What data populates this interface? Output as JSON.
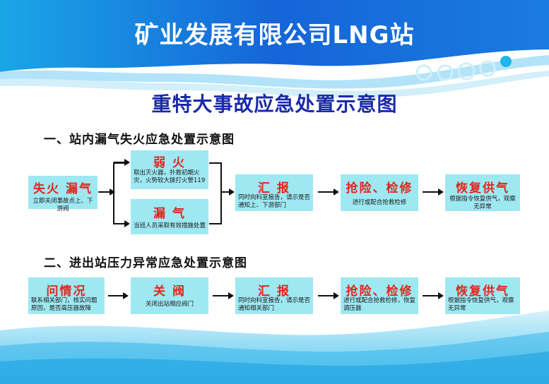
{
  "header": {
    "company": "矿业发展有限公司LNG站"
  },
  "title": "重特大事故应急处置示意图",
  "section1": {
    "heading": "一、站内漏气失火应急处置示意图",
    "steps": [
      {
        "title": "失火 漏气",
        "desc": "立即关闭事故点上、下游阀"
      },
      {
        "title": "弱  火",
        "desc": "取出灭火器，扑救初期火灾，火势较大拨打火警119"
      },
      {
        "title": "漏  气",
        "desc": "当班人员采取有效措施处置"
      },
      {
        "title": "汇  报",
        "desc": "同时向科室报告，请示是否通知上、下游部门"
      },
      {
        "title": "抢险、检修",
        "desc": "进行或配合抢救检修"
      },
      {
        "title": "恢复供气",
        "desc": "根据指令恢复供气，观察无异常"
      }
    ]
  },
  "section2": {
    "heading": "二、进出站压力异常应急处置示意图",
    "steps": [
      {
        "title": "问情况",
        "desc": "联系相关部门，核实问题原因，是否高压器故障"
      },
      {
        "title": "关  阀",
        "desc": "关闭出站相应阀门"
      },
      {
        "title": "汇  报",
        "desc": "同时向科室报告，请示是否通知相关部门"
      },
      {
        "title": "抢险、检修",
        "desc": "进行或配合抢救检修，恢复调压器"
      },
      {
        "title": "恢复供气",
        "desc": "根据指令恢复供气，观察无异常"
      }
    ]
  },
  "colors": {
    "header_blue": "#1565d8",
    "title_blue": "#1a2aa8",
    "box_fill": "#9ee8f2",
    "box_title_red": "#e1261c"
  }
}
